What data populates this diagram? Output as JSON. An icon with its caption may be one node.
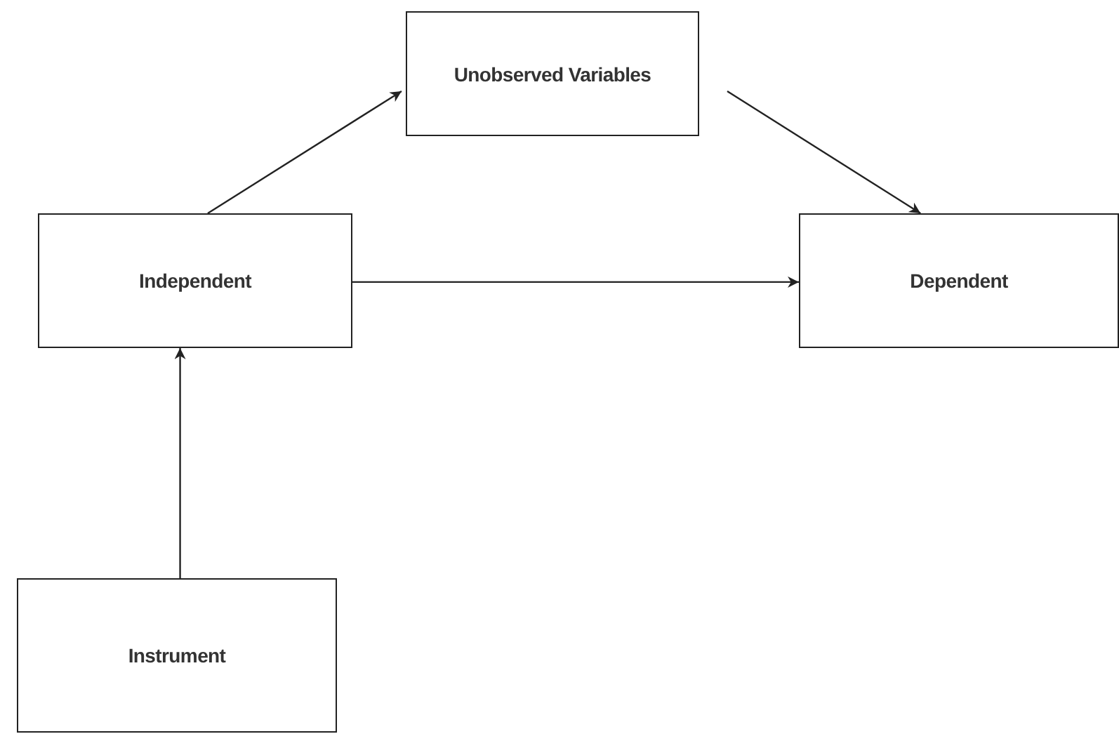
{
  "diagram": {
    "nodes": [
      {
        "text": [
          "Unobserved Variables"
        ]
      },
      {
        "text": [
          "Independent"
        ]
      },
      {
        "text": [
          "Dependent"
        ]
      },
      {
        "text": [
          "Instrument"
        ]
      }
    ],
    "edges": [
      {
        "from": 1,
        "to": 0,
        "arrow": "to"
      },
      {
        "from": 0,
        "to": 2,
        "arrow": "to"
      },
      {
        "from": 1,
        "to": 2,
        "arrow": "to"
      },
      {
        "from": 3,
        "to": 1,
        "arrow": "to"
      }
    ]
  }
}
